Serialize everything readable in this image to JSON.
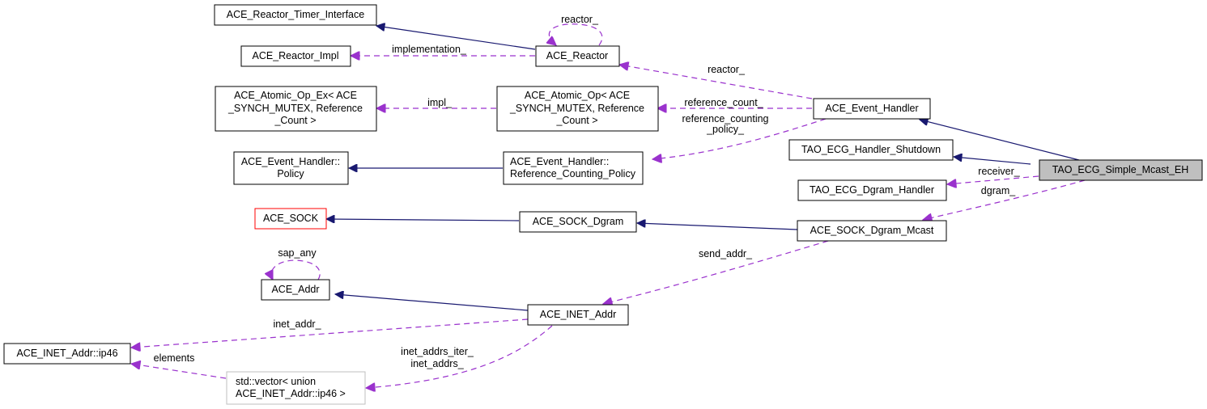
{
  "diagram": {
    "title": "Collaboration graph for TAO_ECG_Simple_Mcast_EH",
    "colors": {
      "inheritance_edge": "#191970",
      "usage_edge": "#9a32cd",
      "focus_fill": "#bfbfbf",
      "undocumented_border": "#ff0000",
      "external_border": "#bfbfbf"
    },
    "nodes": [
      {
        "id": "timer_iface",
        "lines": [
          "ACE_Reactor_Timer_Interface"
        ]
      },
      {
        "id": "reactor_impl",
        "lines": [
          "ACE_Reactor_Impl"
        ]
      },
      {
        "id": "reactor",
        "lines": [
          "ACE_Reactor"
        ]
      },
      {
        "id": "atomic_op_ex",
        "lines": [
          "ACE_Atomic_Op_Ex< ACE",
          "_SYNCH_MUTEX, Reference",
          "_Count >"
        ]
      },
      {
        "id": "atomic_op",
        "lines": [
          "ACE_Atomic_Op< ACE",
          "_SYNCH_MUTEX, Reference",
          "_Count >"
        ]
      },
      {
        "id": "event_handler",
        "lines": [
          "ACE_Event_Handler"
        ]
      },
      {
        "id": "policy",
        "lines": [
          "ACE_Event_Handler::",
          "Policy"
        ]
      },
      {
        "id": "ref_policy",
        "lines": [
          "ACE_Event_Handler::",
          "Reference_Counting_Policy"
        ]
      },
      {
        "id": "shutdown",
        "lines": [
          "TAO_ECG_Handler_Shutdown"
        ]
      },
      {
        "id": "simple_mcast",
        "lines": [
          "TAO_ECG_Simple_Mcast_EH"
        ]
      },
      {
        "id": "dgram_handler",
        "lines": [
          "TAO_ECG_Dgram_Handler"
        ]
      },
      {
        "id": "sock",
        "lines": [
          "ACE_SOCK"
        ]
      },
      {
        "id": "sock_dgram",
        "lines": [
          "ACE_SOCK_Dgram"
        ]
      },
      {
        "id": "sock_dgram_mcast",
        "lines": [
          "ACE_SOCK_Dgram_Mcast"
        ]
      },
      {
        "id": "addr",
        "lines": [
          "ACE_Addr"
        ]
      },
      {
        "id": "inet_addr",
        "lines": [
          "ACE_INET_Addr"
        ]
      },
      {
        "id": "ip46",
        "lines": [
          "ACE_INET_Addr::ip46"
        ]
      },
      {
        "id": "vector_ip46",
        "lines": [
          "std::vector< union",
          " ACE_INET_Addr::ip46 >"
        ]
      }
    ],
    "edge_labels": {
      "reactor_self": "reactor_",
      "implementation": "implementation_",
      "reactor": "reactor_",
      "impl": "impl_",
      "reference_count": "reference_count_",
      "reference_counting_policy": [
        "reference_counting",
        "_policy_"
      ],
      "receiver": "receiver_",
      "dgram": "dgram_",
      "sap_any": "sap_any",
      "send_addr": "send_addr_",
      "inet_addr": "inet_addr_",
      "elements": "elements",
      "inet_addrs": [
        "inet_addrs_iter_",
        "inet_addrs_"
      ]
    }
  }
}
